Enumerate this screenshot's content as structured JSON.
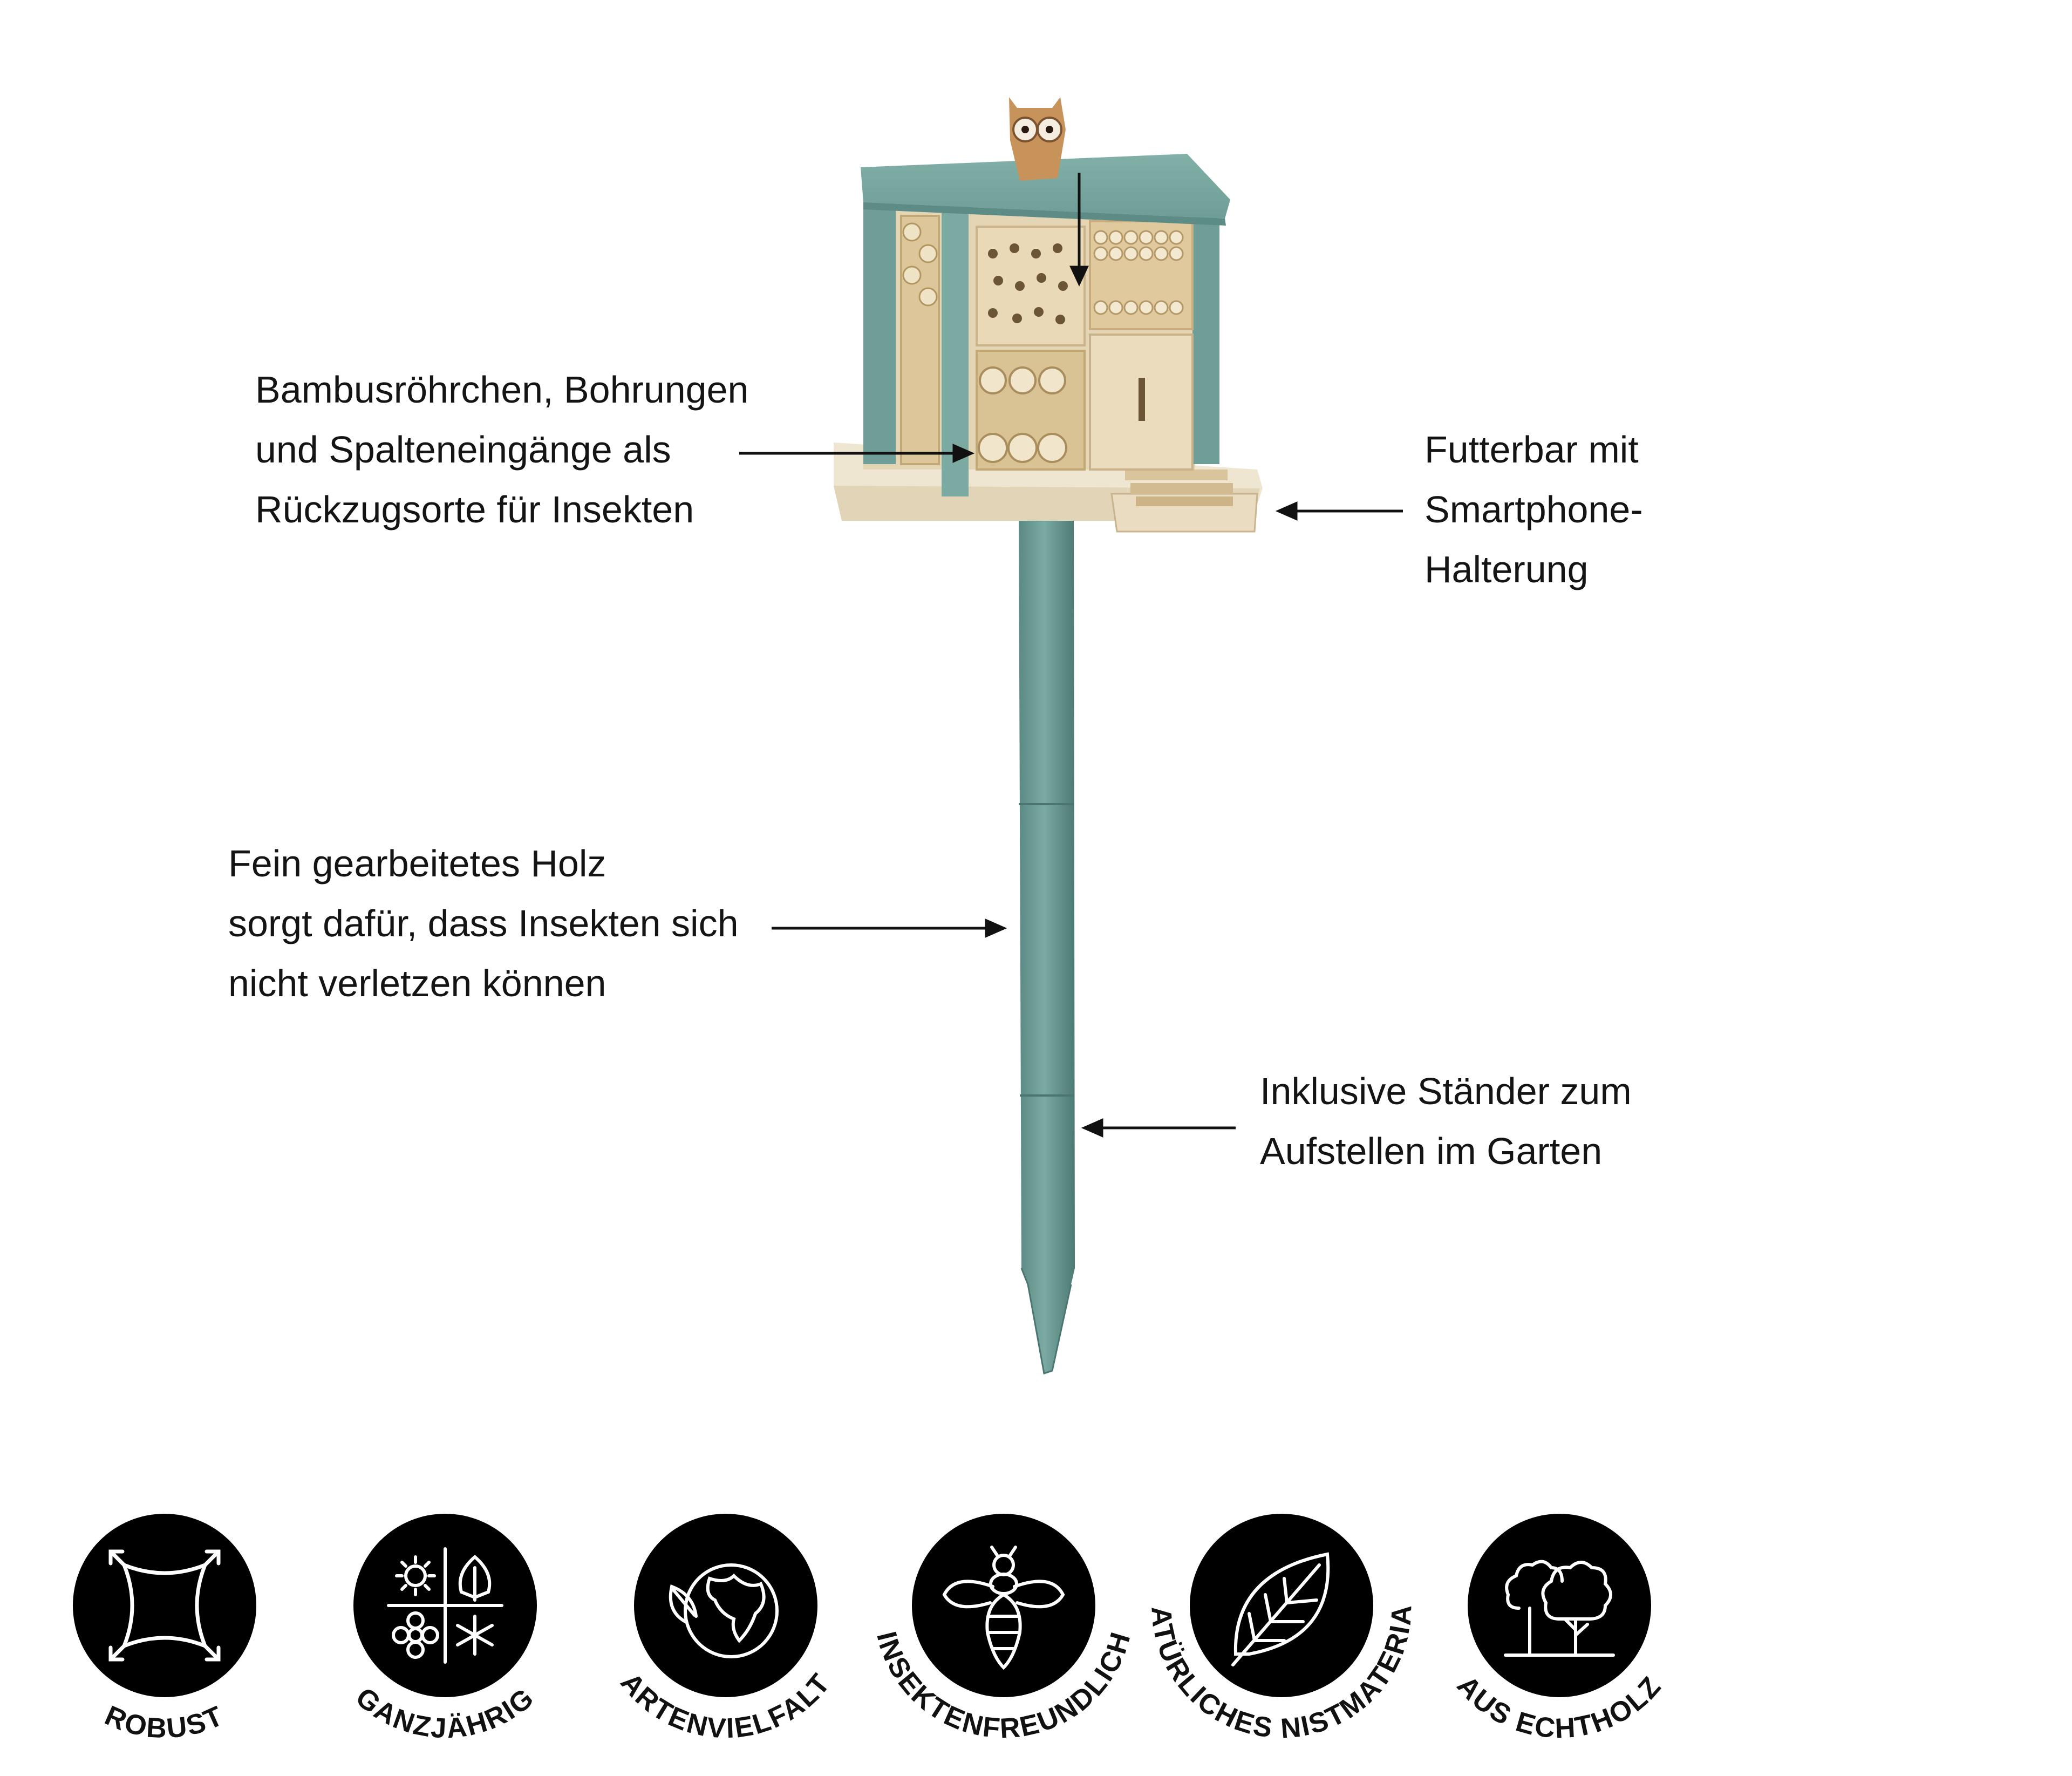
{
  "colors": {
    "accent_green": "#6e9e97",
    "accent_green_dark": "#537d77",
    "wood_light": "#e9dcc0",
    "wood_mid": "#d6bf95",
    "badge_black": "#000000",
    "text": "#141414"
  },
  "callouts": {
    "tubes": {
      "lines": [
        "Bambusröhrchen, Bohrungen",
        "und Spalteneingänge als",
        "Rückzugsorte für Insekten"
      ]
    },
    "feeder": {
      "lines": [
        "Futterbar mit",
        "Smartphone-",
        "Halterung"
      ]
    },
    "wood": {
      "lines": [
        "Fein gearbeitetes Holz",
        "sorgt dafür, dass Insekten sich",
        "nicht verletzen können"
      ]
    },
    "stand": {
      "lines": [
        "Inklusive Ständer zum",
        "Aufstellen im Garten"
      ]
    }
  },
  "features": [
    {
      "label": "ROBUST",
      "icon": "robust-icon"
    },
    {
      "label": "GANZJÄHRIG",
      "icon": "seasons-icon"
    },
    {
      "label": "ARTENVIELFALT",
      "icon": "globe-leaf-icon"
    },
    {
      "label": "INSEKTENFREUNDLICH",
      "icon": "bee-icon"
    },
    {
      "label": "NATÜRLICHES NISTMATERIAL",
      "icon": "leaf-icon"
    },
    {
      "label": "AUS ECHTHOLZ",
      "icon": "trees-icon"
    }
  ]
}
